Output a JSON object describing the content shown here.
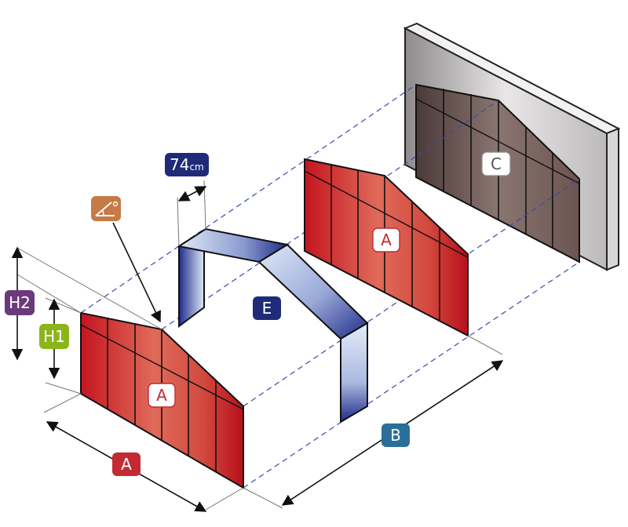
{
  "labels": {
    "left_wall": "A",
    "back_wall": "A",
    "house_wall": "C",
    "arch": "E",
    "width_dim": "A",
    "length_dim": "B",
    "h1": "H1",
    "h2": "H2",
    "arch_width_value": "74",
    "arch_width_unit": "cm"
  },
  "icons": {
    "angle": "roof-angle-icon"
  },
  "colors": {
    "red_label": "#c42a33",
    "blue_label": "#2a6f9a",
    "navy_label": "#1f2b78",
    "purple_label": "#6b3a7a",
    "green_label": "#8bb51a",
    "orange_label": "#c67a46",
    "white_label": "#ffffff"
  }
}
